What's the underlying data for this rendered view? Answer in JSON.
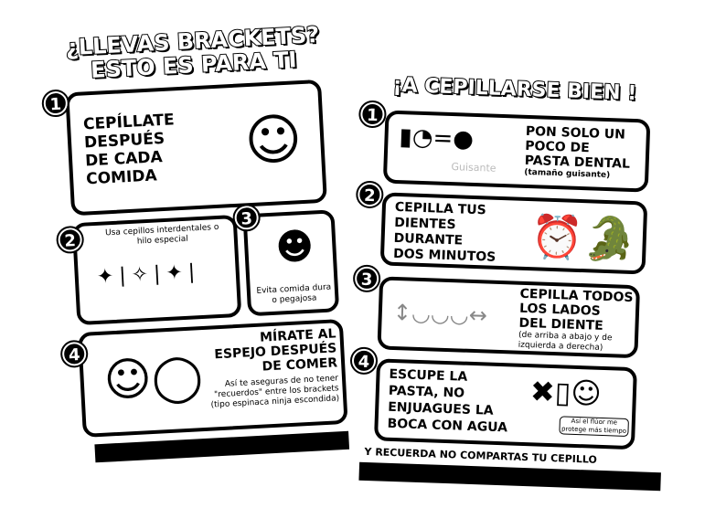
{
  "left_poster": {
    "title_line1": "¿LLEVAS BRACKETS?",
    "title_line2": "ESTO ES PARA TI",
    "steps": [
      {
        "number": "1",
        "text_lines": [
          "CEPÍLLATE",
          "DESPUÉS",
          "DE CADA",
          "COMIDA"
        ]
      },
      {
        "number": "2",
        "text": "Usa cepillos interdentales o hilo especial"
      },
      {
        "number": "3",
        "text": "Evita comida dura o pegajosa"
      },
      {
        "number": "4",
        "heading_lines": [
          "MÍRATE AL",
          "ESPEJO DESPUÉS",
          "DE COMER"
        ],
        "text": "Así te aseguras de no tener \"recuerdos\" entre los brackets (tipo espinaca ninja escondida)"
      }
    ]
  },
  "right_poster": {
    "title": "¡A CEPILLARSE BIEN !",
    "steps": [
      {
        "number": "1",
        "text_lines": [
          "PON SOLO UN",
          "POCO DE",
          "PASTA DENTAL"
        ],
        "note": "(tamaño guisante)",
        "label": "Guisante"
      },
      {
        "number": "2",
        "text_lines": [
          "CEPILLA TUS",
          "DIENTES",
          "DURANTE"
        ],
        "emphasis": "DOS MINUTOS"
      },
      {
        "number": "3",
        "text_lines": [
          "CEPILLA TODOS",
          "LOS LADOS",
          "DEL DIENTE"
        ],
        "note": "(de arriba a abajo y de izquierda a derecha)"
      },
      {
        "number": "4",
        "text_lines": [
          "ESCUPE LA",
          "PASTA, NO",
          "ENJUAGUES LA",
          "BOCA CON AGUA"
        ],
        "bubble": "Así el flúor me protege más tiempo"
      }
    ],
    "footer": "Y RECUERDA NO COMPARTAS TU CEPILLO"
  }
}
